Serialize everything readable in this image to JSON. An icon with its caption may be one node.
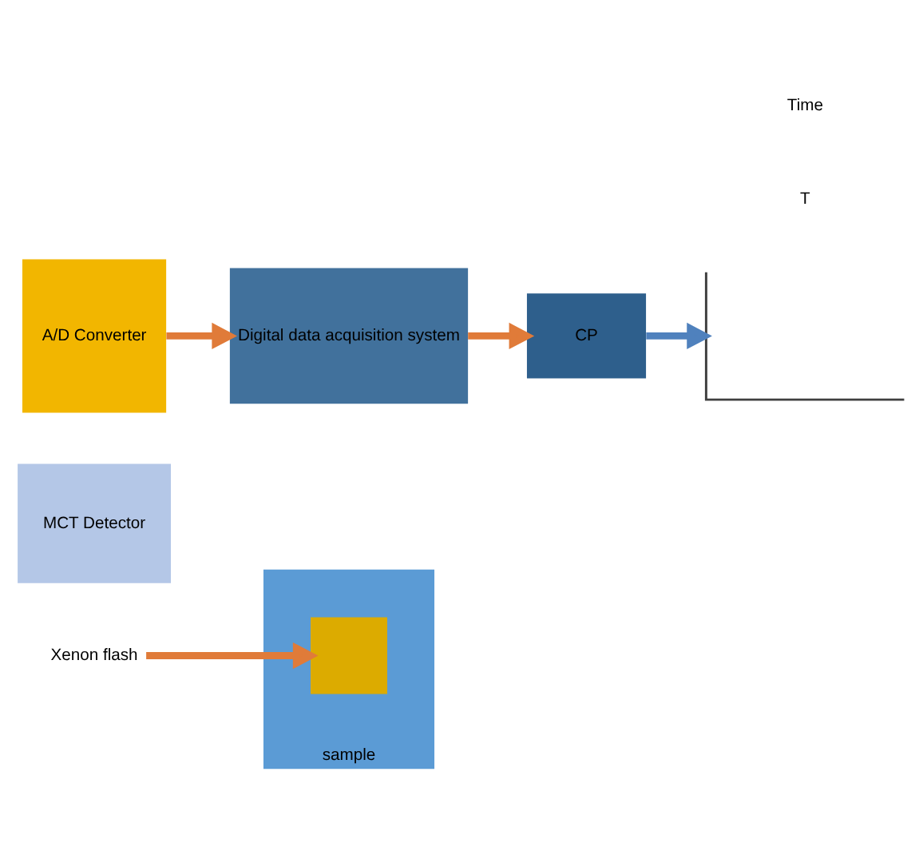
{
  "diagram": {
    "nodes": [
      {
        "text": [
          "Xenon flash"
        ]
      },
      {
        "text": [
          "sample"
        ]
      },
      {
        "text": [],
        "shape": "box",
        "in": 1
      },
      {
        "text": [
          "MCT Detector"
        ]
      },
      {
        "text": [
          "A/D Converter"
        ]
      },
      {
        "text": [
          "Digital data acquisition system"
        ]
      },
      {
        "text": [
          "CP"
        ]
      },
      {
        "text": [],
        "shape": "picture"
      }
    ],
    "edges": [
      {
        "from": 0,
        "to": 2,
        "arrow": "to"
      },
      {
        "from": 4,
        "to": 5,
        "arrow": "to"
      },
      {
        "from": 5,
        "to": 6,
        "arrow": "to"
      },
      {
        "from": 6,
        "to": 7,
        "arrow": "to",
        "color": "#4f81bd"
      }
    ],
    "labels": [
      "T",
      "Time"
    ]
  }
}
